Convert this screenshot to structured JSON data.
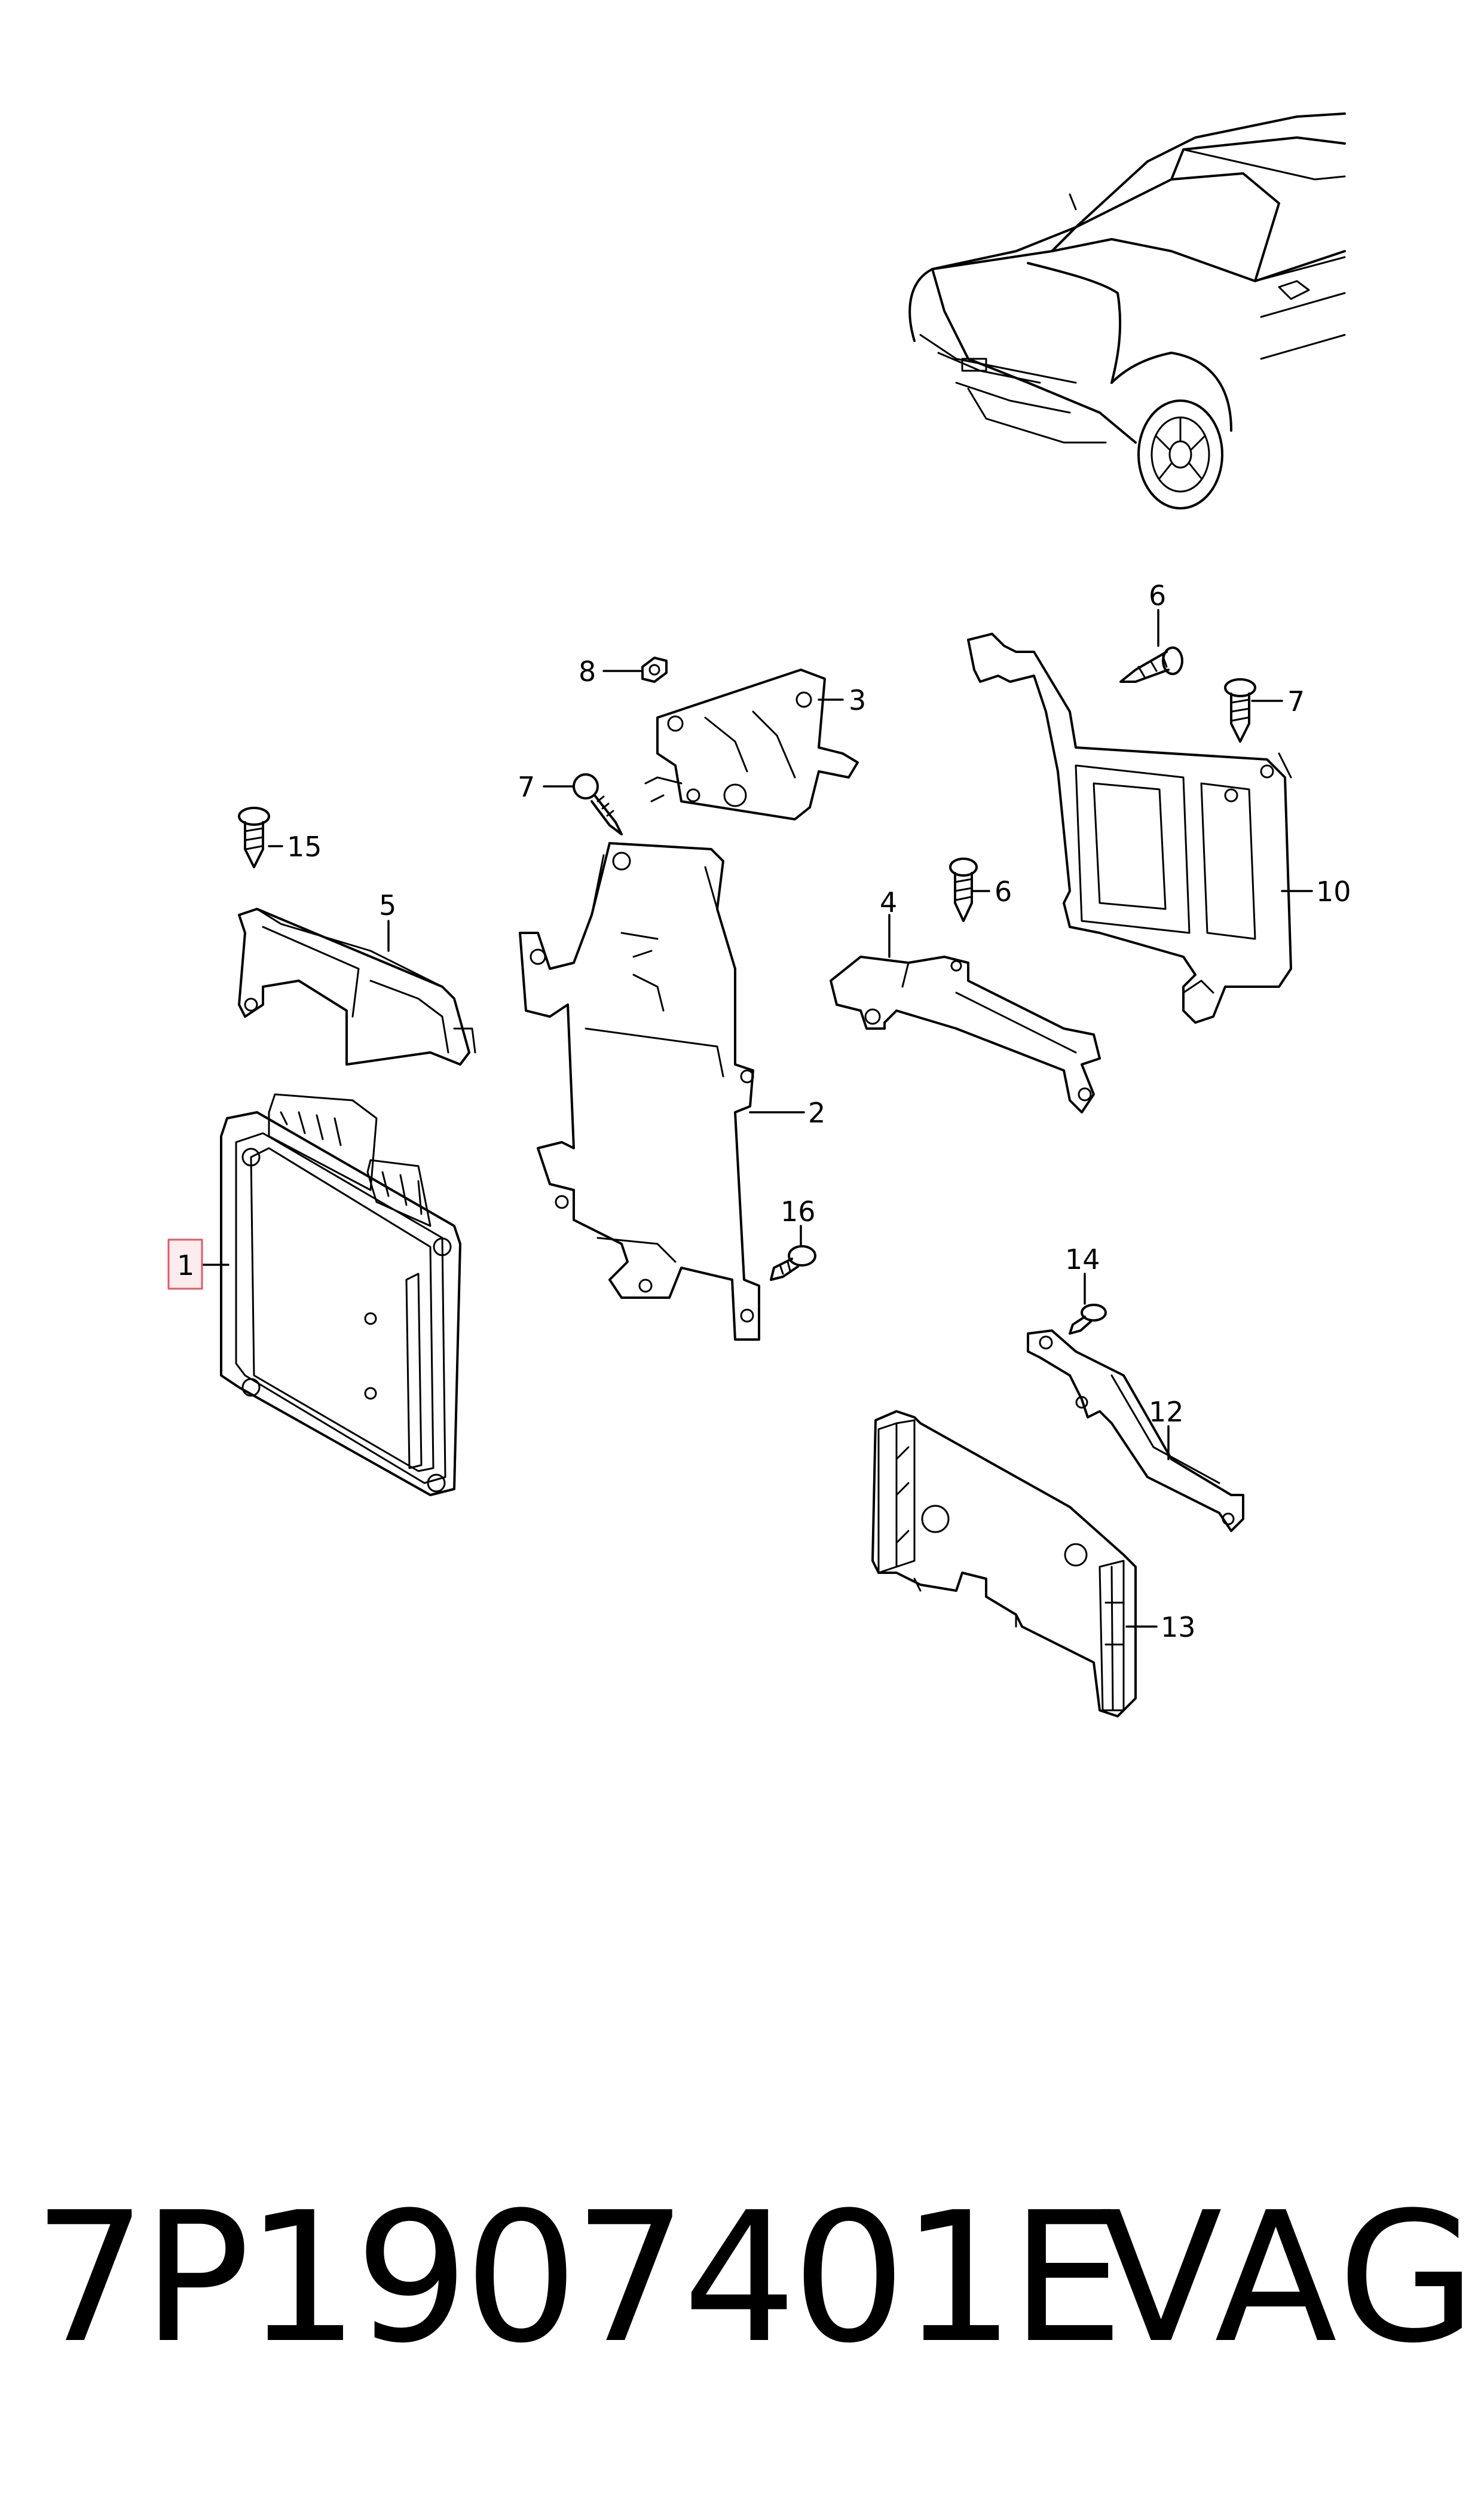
{
  "diagram": {
    "callouts": {
      "c1": "1",
      "c2": "2",
      "c3": "3",
      "c4": "4",
      "c5": "5",
      "c6a": "6",
      "c6b": "6",
      "c7a": "7",
      "c7b": "7",
      "c8": "8",
      "c10": "10",
      "c12": "12",
      "c13": "13",
      "c14": "14",
      "c15": "15",
      "c16": "16"
    },
    "highlighted_item": "1"
  },
  "footer": {
    "part_number": "7P1907401E",
    "brand": "VAG"
  }
}
